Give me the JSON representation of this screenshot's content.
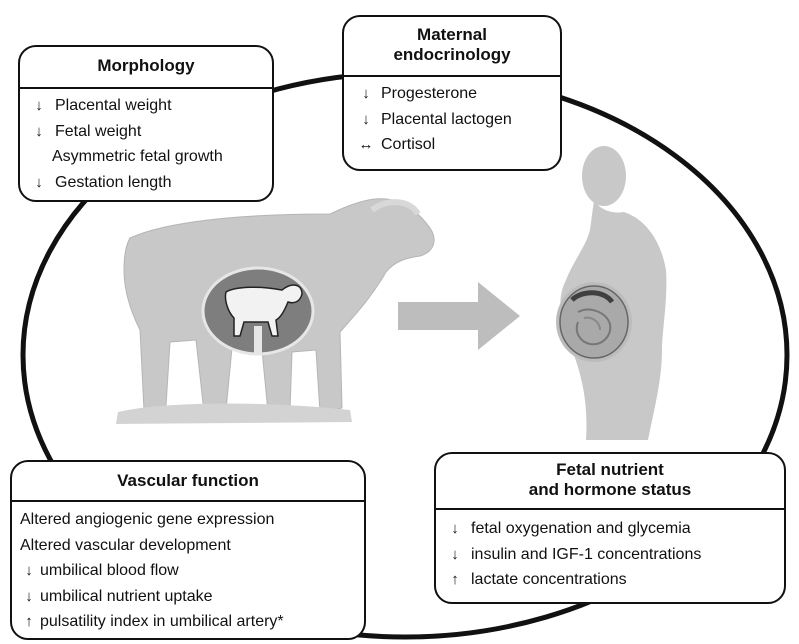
{
  "colors": {
    "ink": "#111111",
    "silhouette": "#c8c8c8",
    "uterus": "#7e7e7e",
    "arrow": "#bdbdbd"
  },
  "boxes": {
    "morphology": {
      "title": "Morphology",
      "items": [
        {
          "arrow": "down",
          "text": "Placental weight"
        },
        {
          "arrow": "down",
          "text": "Fetal weight"
        },
        {
          "arrow": "none",
          "text": "Asymmetric fetal growth"
        },
        {
          "arrow": "down",
          "text": "Gestation length"
        }
      ]
    },
    "endocrinology": {
      "title_line1": "Maternal",
      "title_line2": "endocrinology",
      "items": [
        {
          "arrow": "down",
          "text": "Progesterone"
        },
        {
          "arrow": "down",
          "text": "Placental lactogen"
        },
        {
          "arrow": "both",
          "text": "Cortisol"
        }
      ]
    },
    "vascular": {
      "title": "Vascular function",
      "items": [
        {
          "arrow": "none",
          "text": "Altered angiogenic gene expression"
        },
        {
          "arrow": "none",
          "text": "Altered vascular development"
        },
        {
          "arrow": "down",
          "text": "umbilical blood flow"
        },
        {
          "arrow": "down",
          "text": "umbilical nutrient uptake"
        },
        {
          "arrow": "up",
          "text": "pulsatility index in umbilical artery*"
        }
      ]
    },
    "fetal": {
      "title_line1": "Fetal nutrient",
      "title_line2": "and hormone status",
      "items": [
        {
          "arrow": "down",
          "text": "fetal oxygenation and glycemia"
        },
        {
          "arrow": "down",
          "text": "insulin and IGF-1 concentrations"
        },
        {
          "arrow": "up",
          "text": "lactate concentrations"
        }
      ]
    }
  },
  "illustrations": {
    "left": "sheep-icon",
    "right": "pregnant-woman-icon",
    "connector": "right-arrow-icon"
  }
}
